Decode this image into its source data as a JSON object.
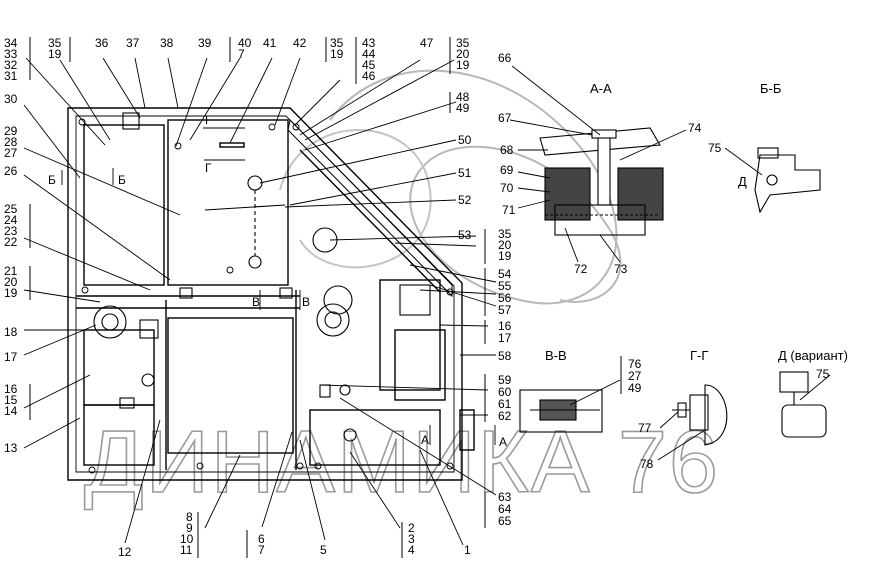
{
  "numbers": {
    "n1": "1",
    "n2": "2",
    "n3": "3",
    "n4": "4",
    "n5": "5",
    "n6": "6",
    "n7": "7",
    "n8": "8",
    "n9": "9",
    "n10": "10",
    "n11": "11",
    "n12": "12",
    "n13": "13",
    "n14": "14",
    "n15": "15",
    "n16": "16",
    "n17": "17",
    "n18": "18",
    "n19": "19",
    "n20": "20",
    "n21": "21",
    "n22": "22",
    "n23": "23",
    "n24": "24",
    "n25": "25",
    "n26": "26",
    "n27": "27",
    "n28": "28",
    "n29": "29",
    "n30": "30",
    "n31": "31",
    "n32": "32",
    "n33": "33",
    "n34": "34",
    "n35": "35",
    "n36": "36",
    "n37": "37",
    "n38": "38",
    "n39": "39",
    "n40": "40",
    "n41": "41",
    "n42": "42",
    "n43": "43",
    "n44": "44",
    "n45": "45",
    "n46": "46",
    "n47": "47",
    "n48": "48",
    "n49": "49",
    "n50": "50",
    "n51": "51",
    "n52": "52",
    "n53": "53",
    "n54": "54",
    "n55": "55",
    "n56": "56",
    "n57": "57",
    "n58": "58",
    "n59": "59",
    "n60": "60",
    "n61": "61",
    "n62": "62",
    "n63": "63",
    "n64": "64",
    "n65": "65",
    "n66": "66",
    "n67": "67",
    "n68": "68",
    "n69": "69",
    "n70": "70",
    "n71": "71",
    "n72": "72",
    "n73": "73",
    "n74": "74",
    "n75": "75",
    "n76": "76",
    "n77": "77",
    "n78": "78"
  },
  "sections": {
    "aa": "А-А",
    "bb": "Б-Б",
    "vv": "В-В",
    "gg": "Г-Г",
    "d_variant": "Д (вариант)",
    "d": "Д"
  },
  "markers": {
    "a": "А",
    "b": "Б",
    "v": "В",
    "g": "Г"
  },
  "watermark": "ДИНАМИКА 76"
}
